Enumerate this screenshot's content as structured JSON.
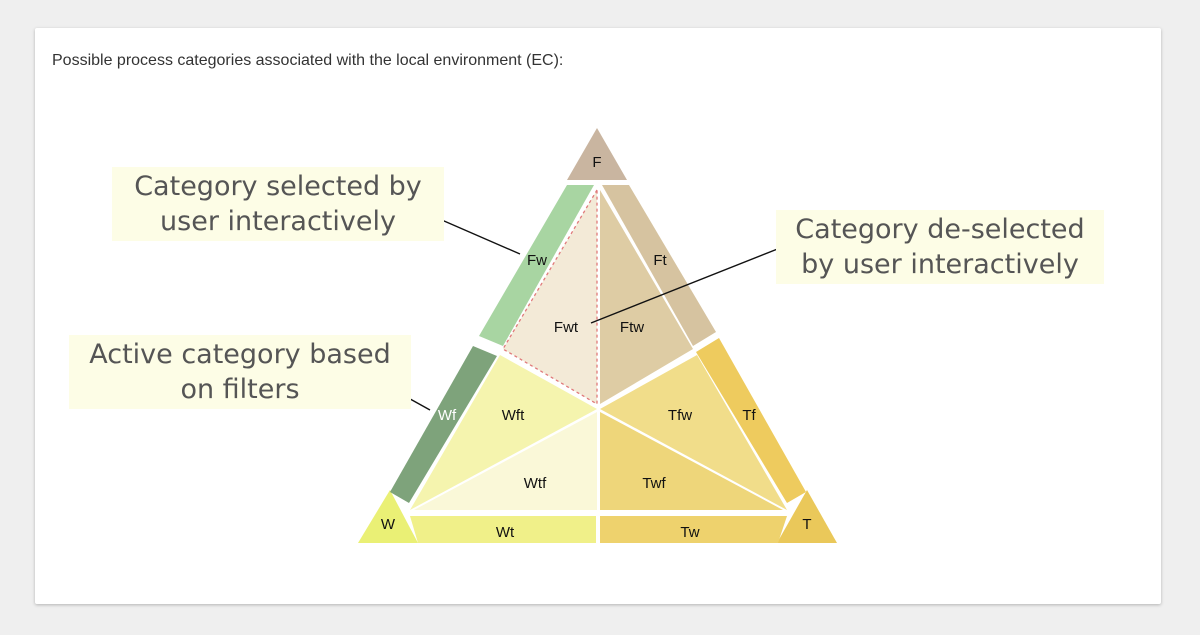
{
  "heading": "Possible process categories associated with the local environment (EC):",
  "segments": {
    "F": "F",
    "W": "W",
    "T": "T",
    "Fw": "Fw",
    "Ft": "Ft",
    "Wf": "Wf",
    "Wt": "Wt",
    "Tf": "Tf",
    "Tw": "Tw",
    "Fwt": "Fwt",
    "Ftw": "Ftw",
    "Wft": "Wft",
    "Wtf": "Wtf",
    "Tfw": "Tfw",
    "Twf": "Twf"
  },
  "callouts": {
    "selected": {
      "line1": "Category selected by",
      "line2": "user interactively"
    },
    "deselected": {
      "line1": "Category de-selected",
      "line2": "by user interactively"
    },
    "active": {
      "line1": "Active category based",
      "line2": "on filters"
    }
  },
  "colors": {
    "F": "#c9b5a0",
    "Ft": "#d6c3a0",
    "Fw_selected": "#a8d5a2",
    "Wf_active": "#7ea37b",
    "W": "#eaf075",
    "Wt": "#f0f089",
    "T": "#eac85a",
    "Tf": "#eecb5e",
    "Tw": "#eed26d",
    "Fwt_deselected": "#f3ead7",
    "Ftw": "#decca4",
    "Wft": "#f5f4ae",
    "Wtf": "#faf8d8",
    "Tfw": "#f1dd8a",
    "Twf": "#eed67a",
    "deselect_border": "#e07a7a"
  }
}
